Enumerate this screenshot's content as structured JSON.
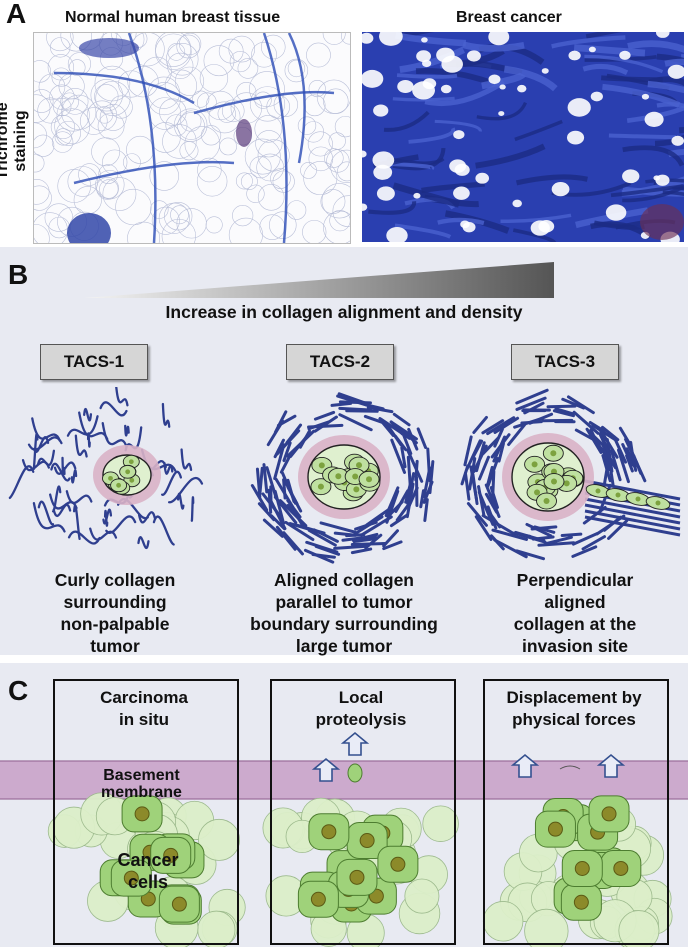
{
  "panel_a": {
    "letter": "A",
    "left_title": "Normal human breast tissue",
    "right_title": "Breast cancer",
    "row_label": "Trichrome staining"
  },
  "panel_b": {
    "letter": "B",
    "gradient_caption": "Increase in collagen alignment and density",
    "stages": [
      {
        "label": "TACS-1",
        "caption": [
          "Curly collagen",
          "surrounding",
          "non-palpable",
          "tumor"
        ]
      },
      {
        "label": "TACS-2",
        "caption": [
          "Aligned collagen",
          "parallel to tumor",
          "boundary surrounding",
          "large tumor"
        ]
      },
      {
        "label": "TACS-3",
        "caption": [
          "Perpendicular",
          "aligned",
          "collagen at the",
          "invasion site"
        ]
      }
    ]
  },
  "panel_c": {
    "letter": "C",
    "boxes": [
      {
        "title": [
          "Carcinoma",
          "in situ"
        ]
      },
      {
        "title": [
          "Local",
          "proteolysis"
        ]
      },
      {
        "title": [
          "Displacement by",
          "physical forces"
        ]
      }
    ],
    "membrane_label": [
      "Basement",
      "membrane"
    ],
    "cells_label": [
      "Cancer",
      "cells"
    ]
  },
  "colors": {
    "collagen_blue": "#2f3f8f",
    "trichrome_blue": "#2a3fb0",
    "tumor_pink": "#d9b3c6",
    "cell_green": "#bfe0a0",
    "membrane_purple": "#c9a3c9",
    "panel_background": "#e8eaf2"
  }
}
